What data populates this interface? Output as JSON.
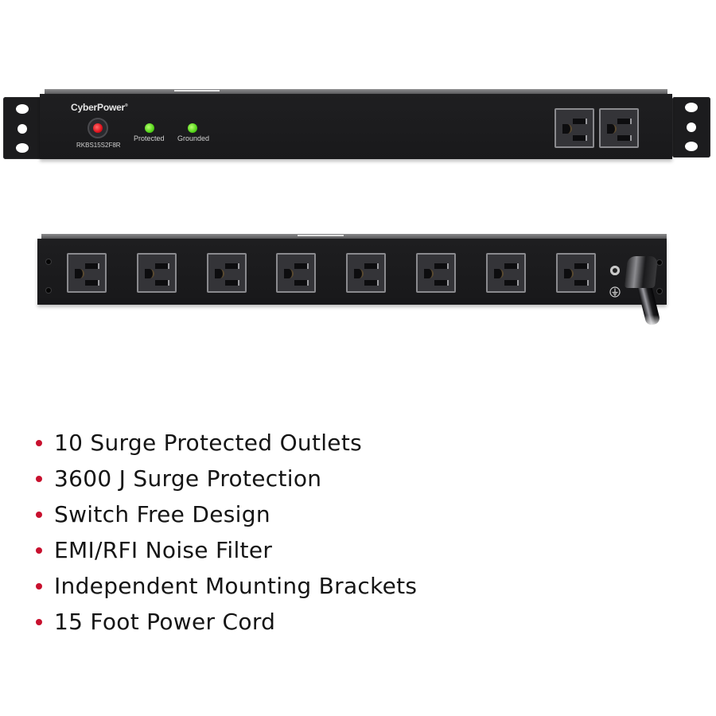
{
  "product": {
    "brand": "CyberPower",
    "model": "RKBS15S2F8R",
    "front_panel": {
      "power_button_icon": "power-button-red-led",
      "indicators": [
        {
          "label": "Protected",
          "color": "#54d41a"
        },
        {
          "label": "Grounded",
          "color": "#54d41a"
        }
      ],
      "outlet_count": 2
    },
    "rear_panel": {
      "outlet_count": 8,
      "ground_post_icon": "ground-symbol-icon",
      "power_cord_icon": "power-cord-icon"
    }
  },
  "features": {
    "bullet_color": "#c8102e",
    "items": [
      "10 Surge Protected Outlets",
      "3600 J Surge Protection",
      "Switch Free Design",
      "EMI/RFI Noise Filter",
      "Independent Mounting Brackets",
      "15 Foot Power Cord"
    ]
  }
}
